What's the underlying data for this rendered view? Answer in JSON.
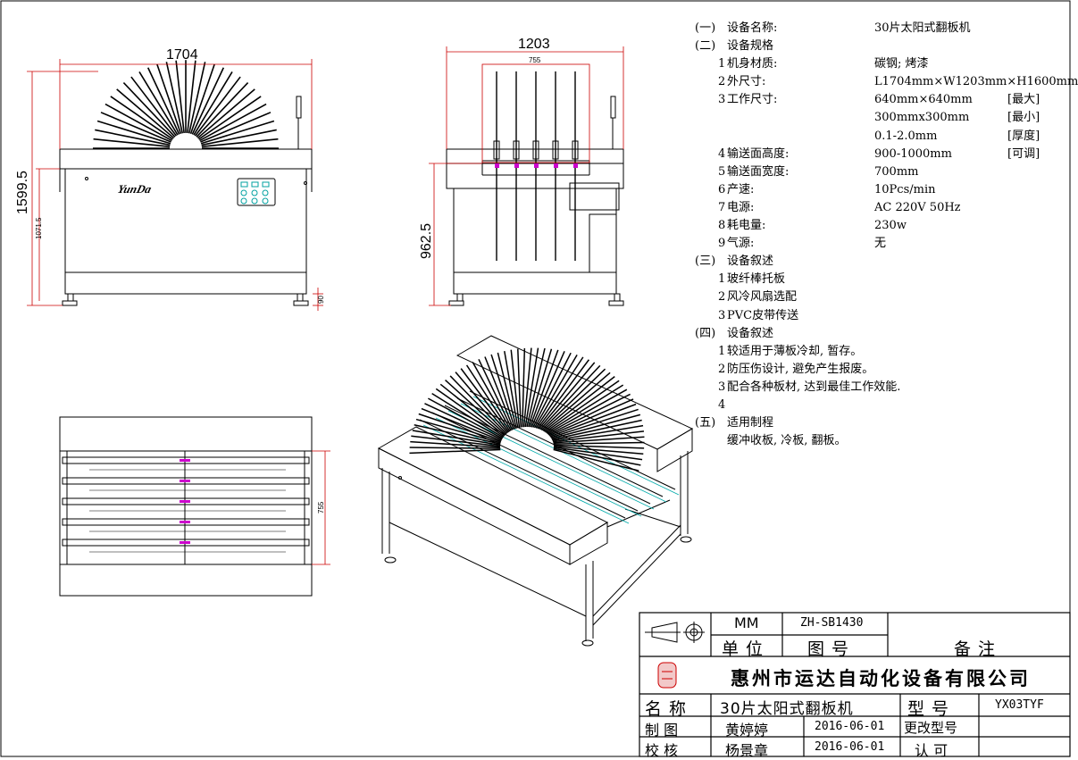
{
  "dimensions": {
    "front_width": "1704",
    "front_height_total": "1599.5",
    "front_height_body": "1071.5",
    "front_foot": "90",
    "side_width": "1203",
    "side_inner": "755",
    "side_height": "962.5",
    "top_inner": "755"
  },
  "front_logo": "YunDa",
  "specs": {
    "s1": {
      "sec": "(一)",
      "label": "设备名称:",
      "value": "30片太阳式翻板机"
    },
    "s2": {
      "sec": "(二)",
      "label": "设备规格"
    },
    "i1": {
      "num": "1",
      "label": "机身材质:",
      "value": "碳钢; 烤漆"
    },
    "i2": {
      "num": "2",
      "label": "外尺寸:",
      "value": "L1704mm×W1203mm×H1600mm"
    },
    "i3": {
      "num": "3",
      "label": "工作尺寸:",
      "value": "640mm×640mm",
      "note": "[最大]"
    },
    "i3b": {
      "value": "300mmx300mm",
      "note": "[最小]"
    },
    "i3c": {
      "value": "0.1-2.0mm",
      "note": "[厚度]"
    },
    "i4": {
      "num": "4",
      "label": "输送面高度:",
      "value": "900-1000mm",
      "note": "[可调]"
    },
    "i5": {
      "num": "5",
      "label": "输送面宽度:",
      "value": "700mm"
    },
    "i6": {
      "num": "6",
      "label": "产速:",
      "value": "10Pcs/min"
    },
    "i7": {
      "num": "7",
      "label": "电源:",
      "value": "AC 220V 50Hz"
    },
    "i8": {
      "num": "8",
      "label": "耗电量:",
      "value": "230w"
    },
    "i9": {
      "num": "9",
      "label": "气源:",
      "value": "无"
    },
    "s3": {
      "sec": "(三)",
      "label": "设备叙述"
    },
    "d1": {
      "num": "1",
      "label": "玻纤棒托板"
    },
    "d2": {
      "num": "2",
      "label": "风冷风扇选配"
    },
    "d3": {
      "num": "3",
      "label": "PVC皮带传送"
    },
    "s4": {
      "sec": "(四)",
      "label": "设备叙述"
    },
    "e1": {
      "num": "1",
      "label": "较适用于薄板冷却, 暂存。"
    },
    "e2": {
      "num": "2",
      "label": "防压伤设计, 避免产生报废。"
    },
    "e3": {
      "num": "3",
      "label": "配合各种板材, 达到最佳工作效能."
    },
    "e4": {
      "num": "4"
    },
    "s5": {
      "sec": "(五)",
      "label": "适用制程"
    },
    "f1": {
      "label": "缓冲收板, 冷板, 翻板。"
    }
  },
  "title_block": {
    "unit_value": "MM",
    "drawing_no": "ZH-SB1430",
    "unit_label": "单 位",
    "drawing_no_label": "图 号",
    "remark_label": "备 注",
    "company": "惠州市运达自动化设备有限公司",
    "name_label": "名 称",
    "name_value": "30片太阳式翻板机",
    "model_label": "型 号",
    "model_value": "YX03TYF",
    "draw_label": "制 图",
    "drawer": "黄婷婷",
    "draw_date": "2016-06-01",
    "change_label": "更改型号",
    "check_label": "校 核",
    "checker": "杨景章",
    "check_date": "2016-06-01",
    "approve_label": "认 可"
  },
  "colors": {
    "line": "#000000",
    "dim": "#cc0000",
    "accent": "#cc00cc",
    "teal": "#00aaaa"
  }
}
